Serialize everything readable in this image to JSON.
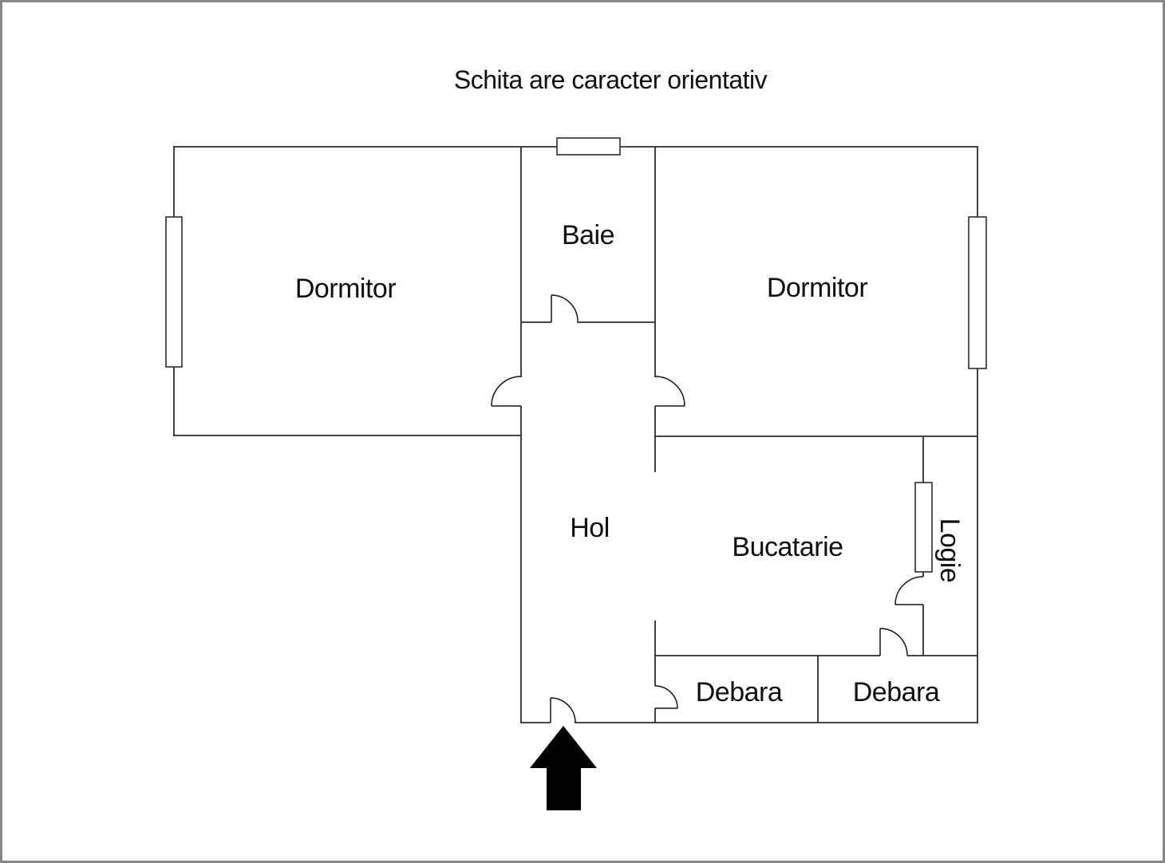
{
  "title": "Schita are caracter orientativ",
  "rooms": {
    "dormitor_left": "Dormitor",
    "baie": "Baie",
    "dormitor_right": "Dormitor",
    "hol": "Hol",
    "bucatarie": "Bucatarie",
    "debara_1": "Debara",
    "debara_2": "Debara",
    "logie": "Logie"
  },
  "icons": {
    "entrance_arrow": "up-arrow"
  },
  "colors": {
    "wall": "#2e2e2e",
    "door": "#161616",
    "frame": "#878787",
    "arrow": "#000000",
    "background": "#ffffff"
  }
}
